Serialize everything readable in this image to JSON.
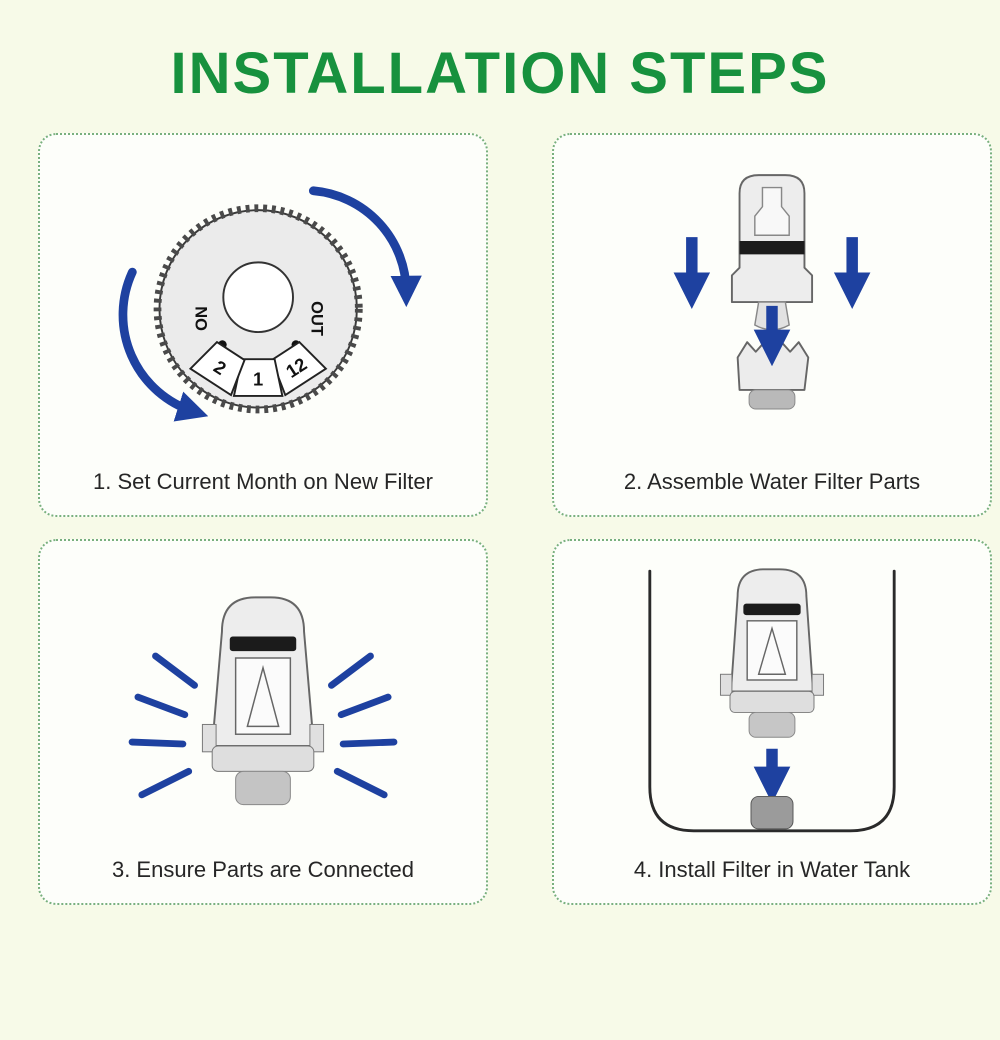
{
  "page": {
    "title": "INSTALLATION STEPS"
  },
  "colors": {
    "title_green": "#17913e",
    "panel_border_green": "#79b07e",
    "arrow_blue": "#1e41a0",
    "background": "#f7fae8"
  },
  "steps": [
    {
      "number": "1",
      "caption": "1. Set Current Month on New Filter"
    },
    {
      "number": "2",
      "caption": "2. Assemble Water Filter Parts"
    },
    {
      "number": "3",
      "caption": "3. Ensure Parts are Connected"
    },
    {
      "number": "4",
      "caption": "4. Install Filter in Water Tank"
    }
  ],
  "dial": {
    "on_label": "ON",
    "out_label": "OUT",
    "month_segments": [
      "12",
      "1",
      "2"
    ]
  }
}
